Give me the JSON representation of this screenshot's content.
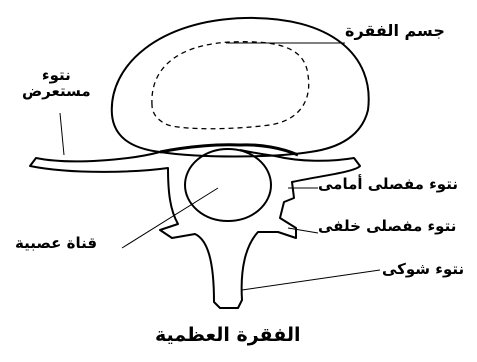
{
  "diagram": {
    "title": "الفقرة العظمية",
    "labels": {
      "vertebral_body": "جسم الفقرة",
      "transverse_process_line1": "نتوء",
      "transverse_process_line2": "مستعرض",
      "superior_articular_process": "نتوء مفصلى أمامى",
      "inferior_articular_process": "نتوء مفصلى خلفى",
      "neural_canal": "قناة عصبية",
      "spinous_process": "نتوء شوكى"
    }
  }
}
